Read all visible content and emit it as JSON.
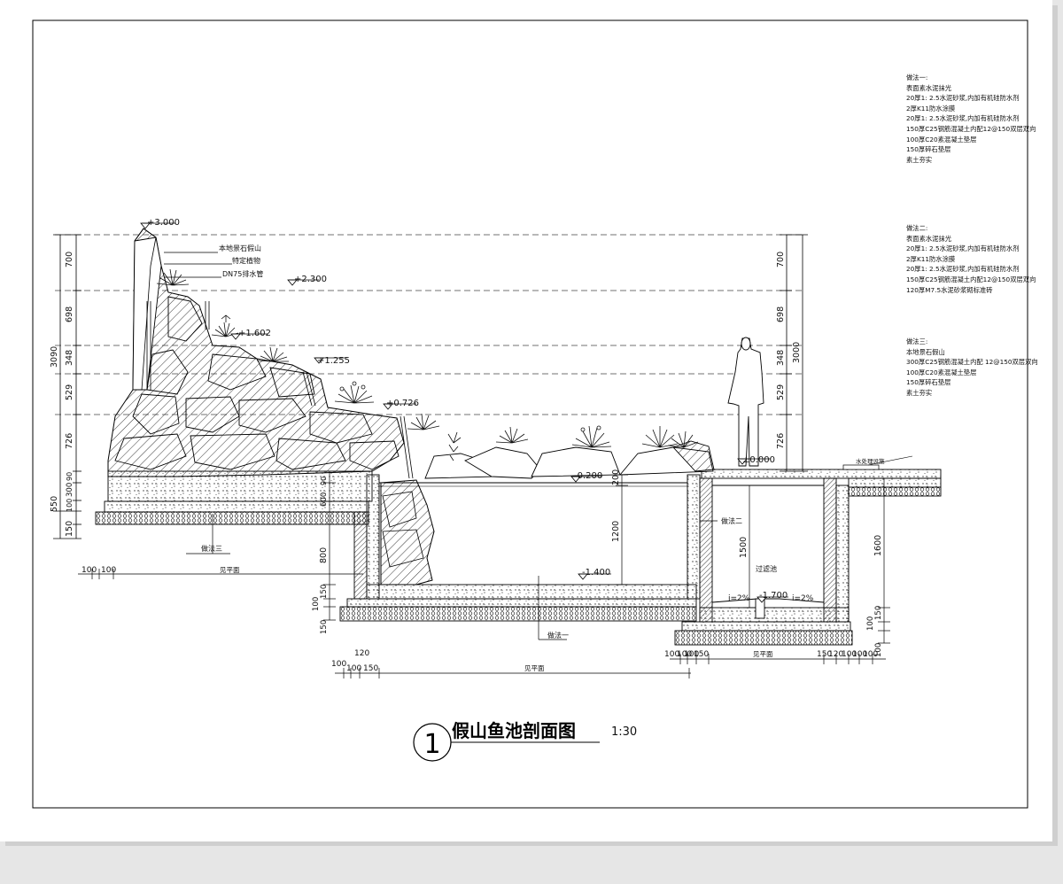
{
  "drawing": {
    "title": "假山鱼池剖面图",
    "scale": "1:30",
    "index": "1"
  },
  "notes": {
    "method1": [
      "做法一:",
      "表面素水泥抹光",
      "20厚1: 2.5水泥砂浆,内加有机硅防水剂",
      "2厚K11防水涂膜",
      "20厚1: 2.5水泥砂浆,内加有机硅防水剂",
      "150厚C25钢筋混凝土内配12@150双层双向",
      "100厚C20素混凝土垫层",
      "150厚碎石垫层",
      "素土夯实"
    ],
    "method2": [
      "做法二:",
      "表面素水泥抹光",
      "20厚1: 2.5水泥砂浆,内加有机硅防水剂",
      "2厚K11防水涂膜",
      "20厚1: 2.5水泥砂浆,内加有机硅防水剂",
      "150厚C25钢筋混凝土内配12@150双层双向",
      "120厚M7.5水泥砂浆砌标准砖"
    ],
    "method3": [
      "做法三:",
      "本地景石假山",
      "300厚C25钢筋混凝土内配 12@150双层双向",
      "100厚C20素混凝土垫层",
      "150厚碎石垫层",
      "素土夯实"
    ]
  },
  "labels": {
    "rockery": "本地景石假山",
    "plants": "特定植物",
    "pipe": "DN75排水管",
    "method_three": "做法三",
    "method_one": "做法一",
    "method_two": "做法二",
    "filter": "过滤池",
    "equip": "水处理设施",
    "see_plan": "见平面",
    "slope1": "i=2%",
    "slope2": "i=2%"
  },
  "elevations": [
    "+3.000",
    "+2.300",
    "+1.602",
    "+1.255",
    "+0.726",
    "-0.200",
    "±0.000",
    "-1.400",
    "-1.700"
  ],
  "dims": {
    "left": [
      "700",
      "698",
      "348",
      "529",
      "726",
      "90",
      "300",
      "100",
      "550",
      "150",
      "3090"
    ],
    "right": [
      "700",
      "698",
      "348",
      "529",
      "726",
      "3000"
    ],
    "pond": [
      "200",
      "1200",
      "1500",
      "1600",
      "800",
      "150",
      "100",
      "150",
      "150",
      "100",
      "100",
      "600",
      "90"
    ],
    "bottom": [
      "100",
      "100",
      "120",
      "100",
      "100",
      "150",
      "100",
      "100",
      "100",
      "150",
      "150",
      "120",
      "100",
      "100",
      "100"
    ]
  }
}
